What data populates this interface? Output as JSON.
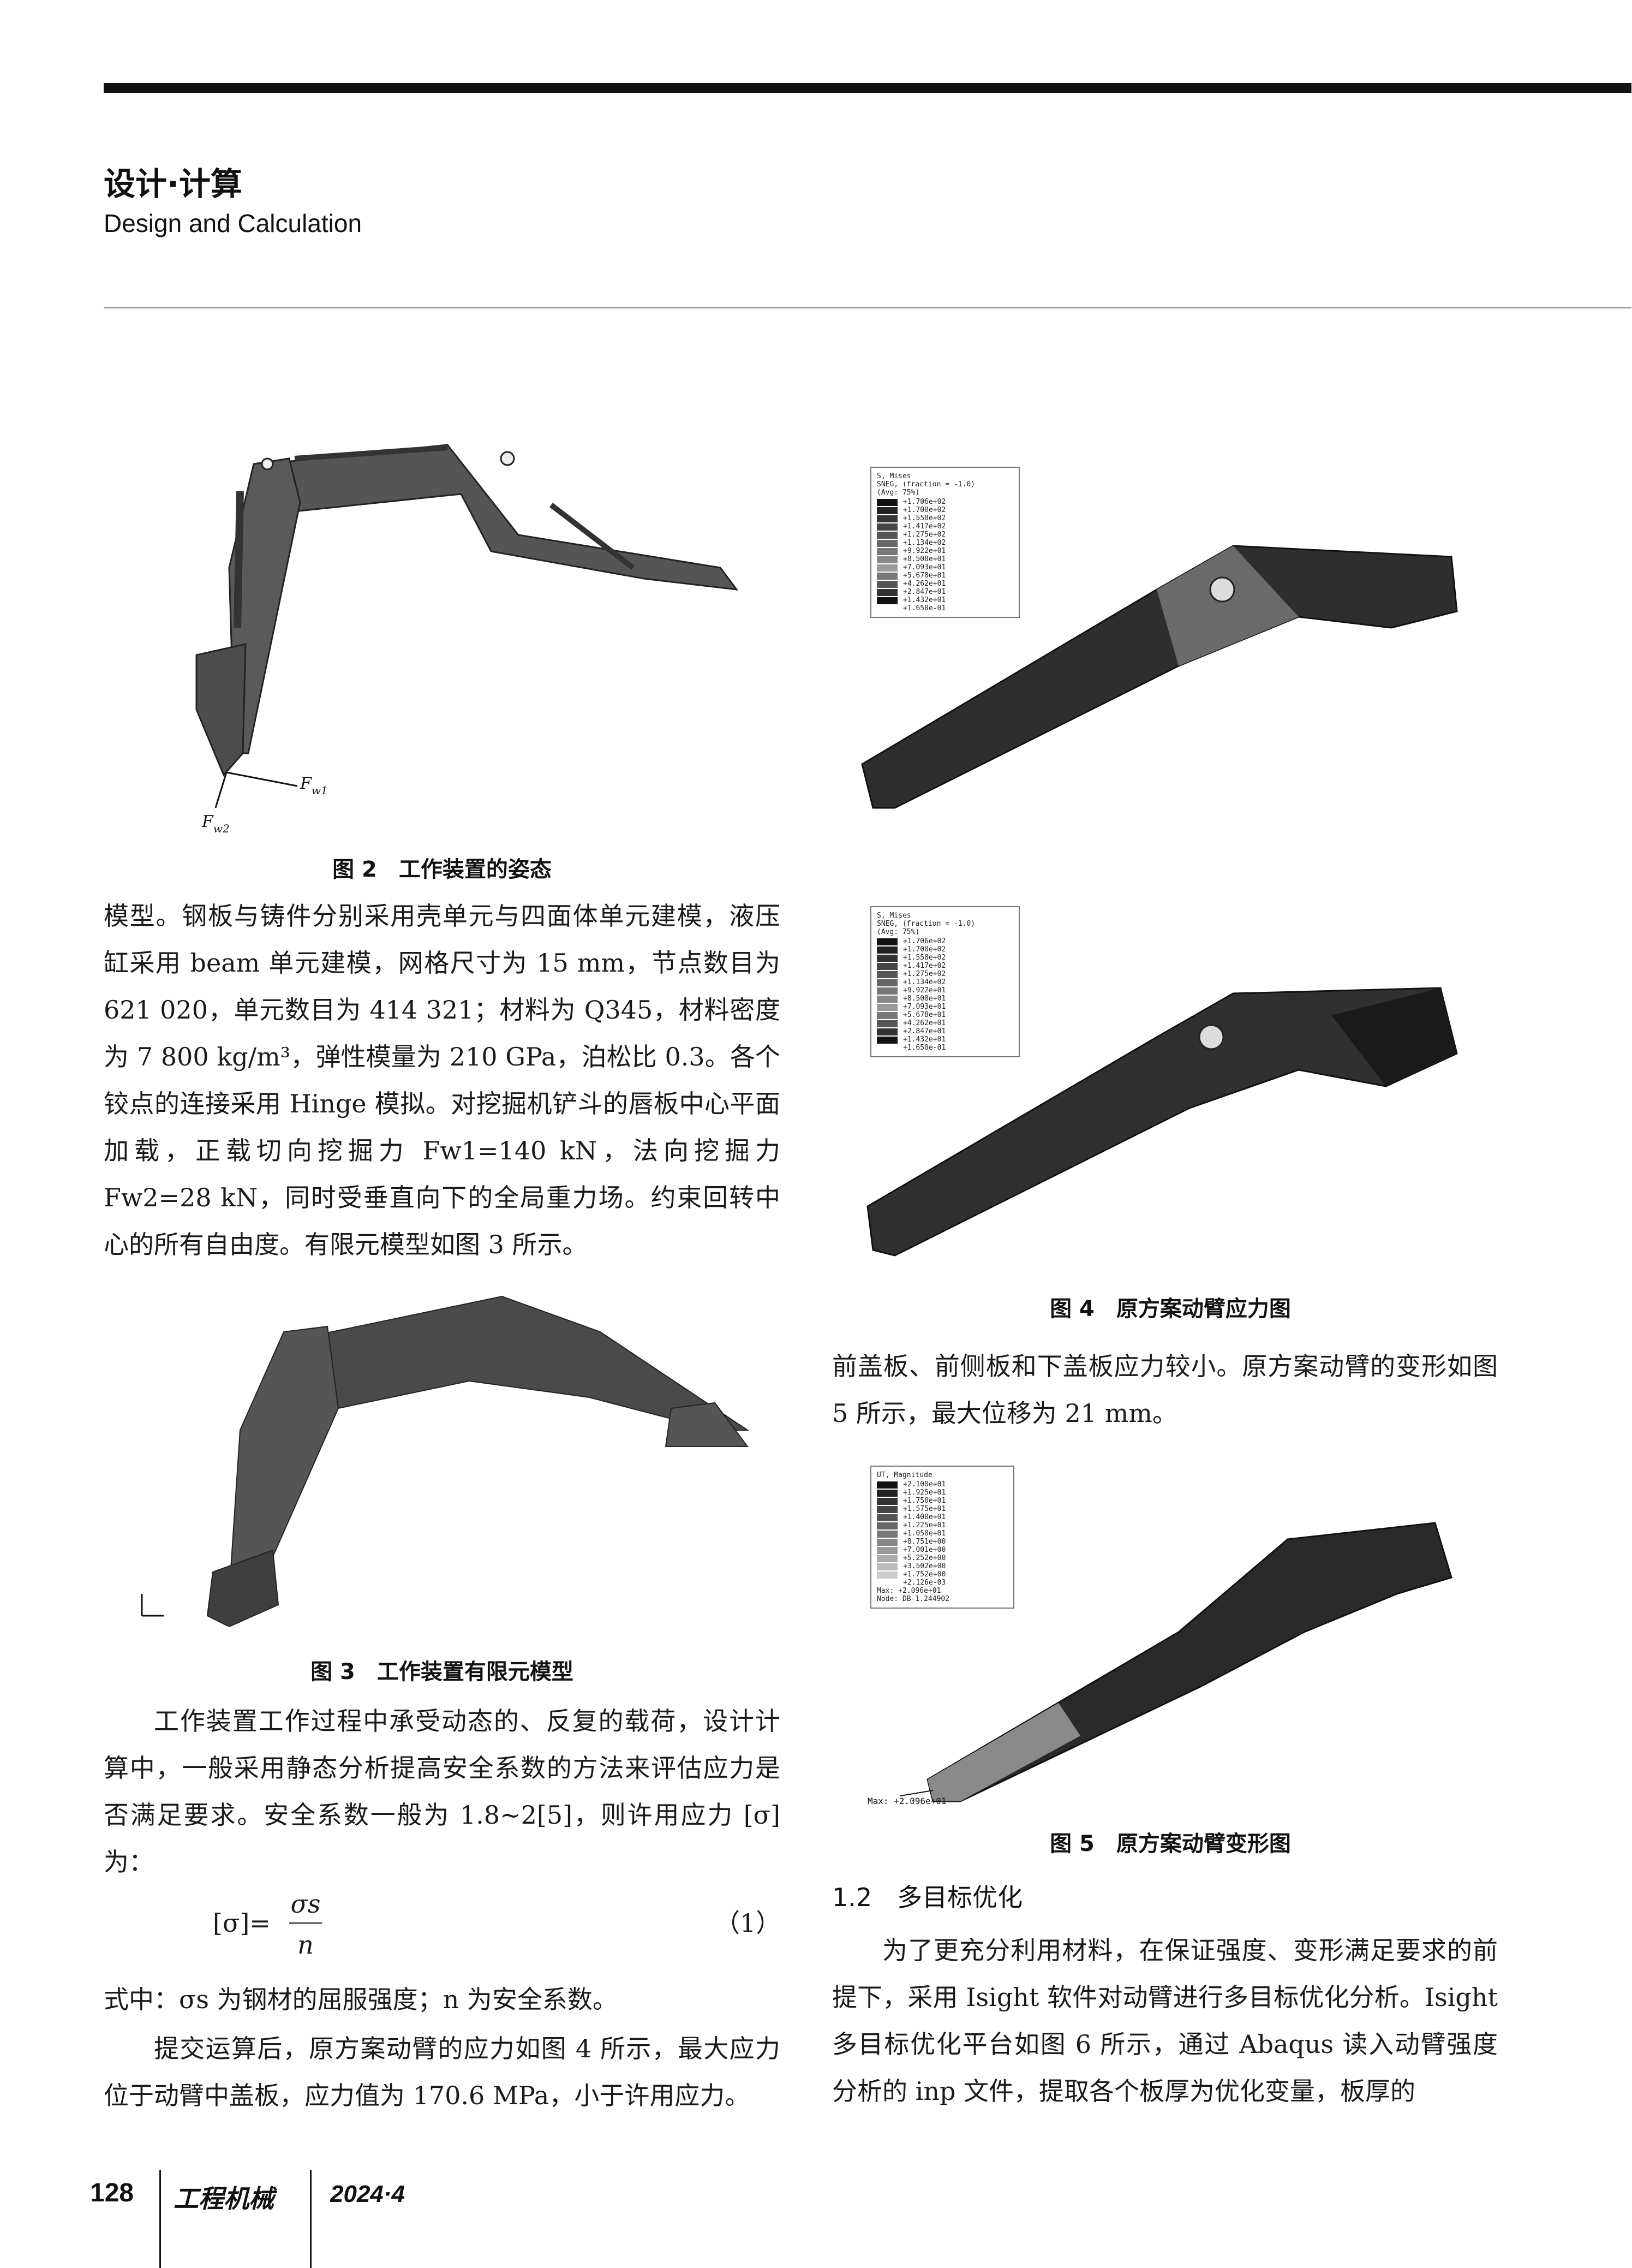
{
  "header": {
    "section_cn": "设计·计算",
    "section_en": "Design and Calculation"
  },
  "figures": {
    "fig2": {
      "caption": "图 2　工作装置的姿态",
      "label_fw1": "F",
      "label_fw1_sub": "w1",
      "label_fw2": "F",
      "label_fw2_sub": "w2"
    },
    "fig3": {
      "caption": "图 3　工作装置有限元模型"
    },
    "fig4": {
      "caption": "图 4　原方案动臂应力图",
      "legend_title": "S, Mises\nSNEG, (fraction = -1.0)\n(Avg: 75%)",
      "legend_values": [
        "+1.706e+02",
        "+1.700e+02",
        "+1.558e+02",
        "+1.417e+02",
        "+1.275e+02",
        "+1.134e+02",
        "+9.922e+01",
        "+8.508e+01",
        "+7.093e+01",
        "+5.678e+01",
        "+4.262e+01",
        "+2.847e+01",
        "+1.432e+01",
        "+1.650e-01"
      ]
    },
    "fig5": {
      "caption": "图 5　原方案动臂变形图",
      "legend_title": "UT, Magnitude",
      "legend_values": [
        "+2.100e+01",
        "+1.925e+01",
        "+1.750e+01",
        "+1.575e+01",
        "+1.400e+01",
        "+1.225e+01",
        "+1.050e+01",
        "+8.751e+00",
        "+7.001e+00",
        "+5.252e+00",
        "+3.502e+00",
        "+1.752e+00",
        "+2.126e-03"
      ],
      "legend_max": "Max: +2.096e+01",
      "legend_node": "Node: DB-1.244902",
      "max_label": "Max: +2.096e+01"
    }
  },
  "left_col": {
    "p1": "模型。钢板与铸件分别采用壳单元与四面体单元建模，液压缸采用 beam 单元建模，网格尺寸为 15 mm，节点数目为 621 020，单元数目为 414 321；材料为 Q345，材料密度为 7 800 kg/m³，弹性模量为 210 GPa，泊松比 0.3。各个铰点的连接采用 Hinge 模拟。对挖掘机铲斗的唇板中心平面加载，正载切向挖掘力 Fw1=140 kN，法向挖掘力 Fw2=28 kN，同时受垂直向下的全局重力场。约束回转中心的所有自由度。有限元模型如图 3 所示。",
    "p2": "工作装置工作过程中承受动态的、反复的载荷，设计计算中，一般采用静态分析提高安全系数的方法来评估应力是否满足要求。安全系数一般为 1.8~2[5]，则许用应力 [σ]为：",
    "formula_lhs": "[σ]=",
    "formula_num": "σs",
    "formula_den": "n",
    "formula_no": "（1）",
    "p3": "式中：σs 为钢材的屈服强度；n 为安全系数。",
    "p4": "提交运算后，原方案动臂的应力如图 4 所示，最大应力位于动臂中盖板，应力值为 170.6 MPa，小于许用应力。"
  },
  "right_col": {
    "p1": "前盖板、前侧板和下盖板应力较小。原方案动臂的变形如图 5 所示，最大位移为 21 mm。",
    "heading": "1.2　多目标优化",
    "p2": "为了更充分利用材料，在保证强度、变形满足要求的前提下，采用 Isight 软件对动臂进行多目标优化分析。Isight 多目标优化平台如图 6 所示，通过 Abaqus 读入动臂强度分析的 inp 文件，提取各个板厚为优化变量，板厚的"
  },
  "footer": {
    "page": "128",
    "journal": "工程机械",
    "issue": "2024·4"
  }
}
